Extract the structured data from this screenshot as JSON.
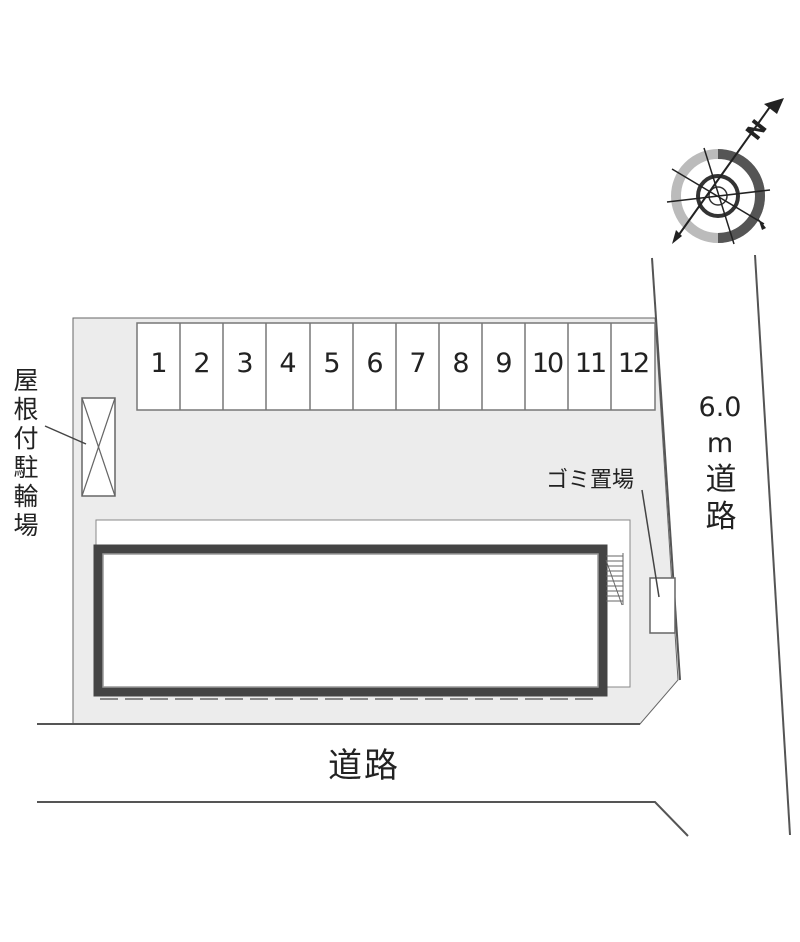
{
  "parking": {
    "spaces": [
      "1",
      "2",
      "3",
      "4",
      "5",
      "6",
      "7",
      "8",
      "9",
      "10",
      "11",
      "12"
    ]
  },
  "labels": {
    "bicycle_parking": "屋根付駐輪場",
    "garbage": "ゴミ置場",
    "side_road_width": "6.0",
    "side_road_unit": "m",
    "side_road_name": "道路",
    "front_road": "道路",
    "compass": "N"
  },
  "colors": {
    "lot": "#ececec",
    "lines": "#555555",
    "building": "#444444"
  }
}
